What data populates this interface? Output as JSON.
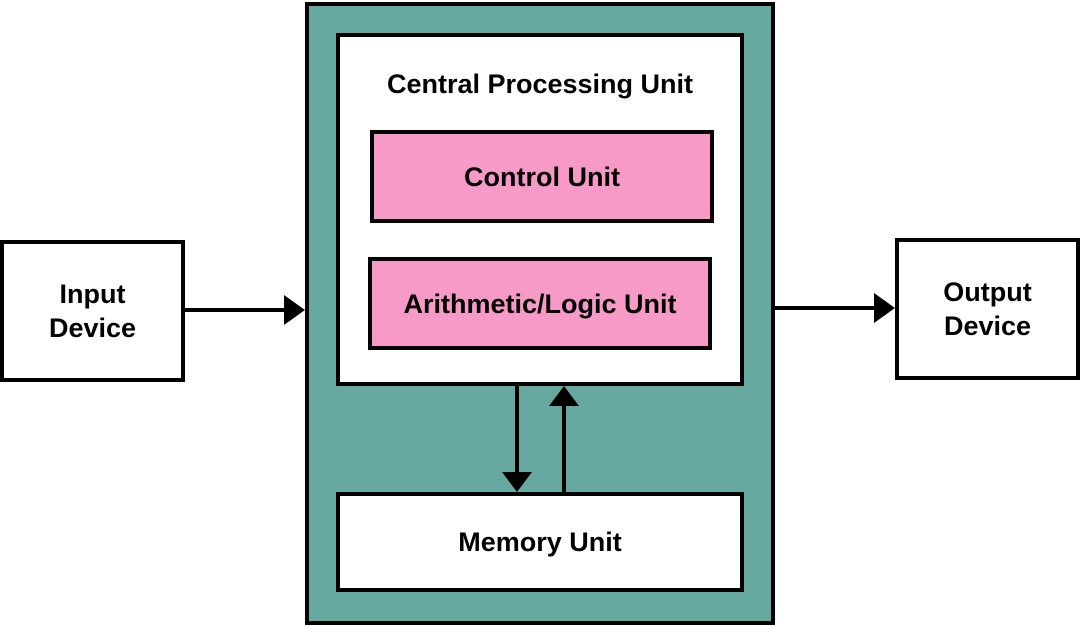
{
  "colors": {
    "enclosure": "#66a9a0",
    "unit_fill": "#f79ac8",
    "box_fill": "#ffffff",
    "stroke": "#000000"
  },
  "input_device": {
    "line1": "Input",
    "line2": "Device"
  },
  "output_device": {
    "line1": "Output",
    "line2": "Device"
  },
  "cpu": {
    "title": "Central Processing Unit",
    "control_unit": "Control Unit",
    "alu": "Arithmetic/Logic Unit"
  },
  "memory_unit": "Memory Unit"
}
